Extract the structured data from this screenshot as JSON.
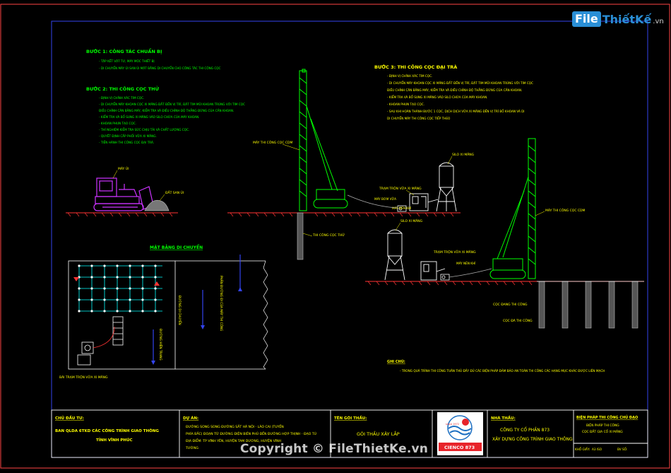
{
  "watermark": {
    "logo_prefix": "File",
    "logo_word": "ThiếtKế",
    "logo_suffix": ".vn",
    "copyright": "Copyright © FileThietKe.vn"
  },
  "step1": {
    "title": "BƯỚC 1: CÔNG TÁC CHUẨN BỊ",
    "lines": [
      "- TẬP KẾT VẬT TƯ, MÁY MÓC THIẾT BỊ",
      "- DI CHUYỂN MÁY ỦI SAN ỦI MẶT BẰNG DI CHUYỂN CHO CÔNG TÁC THI CÔNG CỌC"
    ]
  },
  "step2": {
    "title": "BƯỚC 2: THI CÔNG CỌC THỬ",
    "lines": [
      "- ĐỊNH VỊ CHÍNH XÁC TIM CỌC.",
      "- DI CHUYỂN MÁY KHOAN CỌC XI MĂNG ĐẤT ĐẾN VỊ TRÍ, ĐẶT TIM MŨI KHOAN TRÙNG VỚI TIM CỌC",
      "  ĐIỀU CHỈNH CÂN BẰNG MÁY, KIỂM TRA VÀ ĐIỀU CHỈNH ĐỘ THẲNG ĐỨNG CỦA CẦN KHOAN.",
      "- KIỂM TRA VÀ BỔ SUNG XI MĂNG VÀO SILO CHỨA CỦA MÁY KHOAN.",
      "- KHOAN PHUN TẠO CỌC.",
      "- THÍ NGHIỆM KIỂM TRA SỨC CHỊU TẢI VÀ CHẤT LƯỢNG CỌC.",
      "- QUYẾT ĐỊNH CẤP PHỐI VỮA XI MĂNG.",
      "- TIẾN HÀNH THI CÔNG CỌC ĐẠI TRÀ."
    ]
  },
  "step3": {
    "title": "BƯỚC 3: THI CÔNG CỌC ĐẠI TRÀ",
    "lines": [
      "- ĐỊNH VỊ CHÍNH XÁC TIM CỌC.",
      "- DI CHUYỂN MÁY KHOAN CỌC XI MĂNG ĐẤT ĐẾN VỊ TRÍ, ĐẶT TIM MŨI KHOAN TRÙNG VỚI TIM CỌC",
      "  ĐIỀU CHỈNH CÂN BẰNG MÁY, KIỂM TRA VÀ ĐIỀU CHỈNH ĐỘ THẲNG ĐỨNG CỦA CẦN KHOAN.",
      "- KIỂM TRA VÀ BỔ SUNG XI MĂNG VÀO SILO CHỨA CỦA MÁY KHOAN.",
      "- KHOAN PHUN TẠO CỌC.",
      "- SAU KHI HOÀN THÀNH BƯỚC 1 CỌC, DỊCH DỊCH VỮA XI MĂNG ĐẾN VỊ TRÍ BỐ KHOAN VÀ DI",
      "  DI CHUYỂN MÁY THI CÔNG CỌC TIẾP THEO"
    ]
  },
  "labels": {
    "bulldozer": "MÁY ỦI",
    "soil": "ĐẤT SAN ỦI",
    "rig_left": "MÁY THI CÔNG CỌC CDM",
    "silo_left": "SILO XI MĂNG",
    "mixer_left": "TRẠM TRỘN VỮA XI MĂNG",
    "pump_left": "MÁY BƠM VỮA",
    "air_left": "MÁY NÉN KHÍ",
    "test_pile": "THI CÔNG CỌC THỬ",
    "silo_right": "SILO XI MĂNG",
    "mixer_right": "TRẠM TRỘN VỮA XI MĂNG",
    "air_right": "MÁY NÉN KHÍ",
    "rig_right": "MÁY THI CÔNG CỌC CDM",
    "pile_in_progress": "CỌC ĐANG THI CÔNG",
    "completed_pile": "CỌC ĐÃ THI CÔNG",
    "plan_title": "MẶT BẰNG DI CHUYỂN",
    "plan_road_left": "ĐƯỜNG DI CHUYỂN",
    "plan_road_mid": "PHẦN ĐƯỜNG ĐI CỦA MÁY THI CÔNG",
    "plan_road_right": "ĐƯỜNG HIỆN TRẠNG",
    "plan_station": "BÃI TRẠM TRỘN VỮA XI MĂNG"
  },
  "notes": {
    "title": "GHI CHÚ:",
    "text": "- TRONG QUÁ TRÌNH THI CÔNG TUÂN THỦ ĐẦY ĐỦ CÁC BIỆN PHÁP ĐẢM BẢO AN TOÀN THI CÔNG CÁC HẠNG MỤC KHÁC ĐƯỢC LIÊN MẠCH"
  },
  "title_block": {
    "investor_label": "CHỦ ĐẦU TƯ:",
    "investor": "BAN QLDA 6TKD CÁC CÔNG TRÌNH GIAO THÔNG",
    "investor_2": "TỈNH VĨNH PHÚC",
    "project_label": "DỰ ÁN:",
    "project_lines": [
      "ĐƯỜNG SONG SONG ĐƯỜNG SẮT HÀ NỘI - LÀO CAI (TUYẾN",
      "PHÍA BẮC) ĐOẠN TỪ ĐƯỜNG ĐIỆN BIÊN PHỦ ĐẾN ĐƯỜNG HỢP THỊNH - ĐẠO TÚ",
      "ĐỊA ĐIỂM: TP VĨNH YÊN, HUYỆN TAM DƯƠNG, HUYỆN VĨNH",
      "TƯỜNG"
    ],
    "package_label": "TÊN GÓI THẦU:",
    "package": "GÓI THẦU XÂY LẮP",
    "contractor_label": "NHÀ THẦU:",
    "contractor_1": "CÔNG TY CỔ PHẦN 873",
    "contractor_2": "XÂY DỰNG CÔNG TRÌNH GIAO THÔNG",
    "logo_name": "CIENCO 873",
    "logo_since": "since 1972",
    "drawing_label": "BIỆN PHÁP THI CÔNG CHỦ ĐẠO",
    "drawing_1": "BIỆN PHÁP THI CÔNG",
    "drawing_2": "CỌC ĐẤT GIA CỐ XI MĂNG",
    "scale_label": "KHỔ GIẤY:",
    "scale_value": "A3 ISO",
    "sheet_label": "BV SỐ:"
  },
  "colors": {
    "text_yellow": "#ffff00",
    "text_green": "#00ff00",
    "line_cyan": "#00ffff",
    "bulldozer_magenta": "#cc33ff",
    "border_red": "#ff0000",
    "frame_blue": "#2222cc"
  }
}
